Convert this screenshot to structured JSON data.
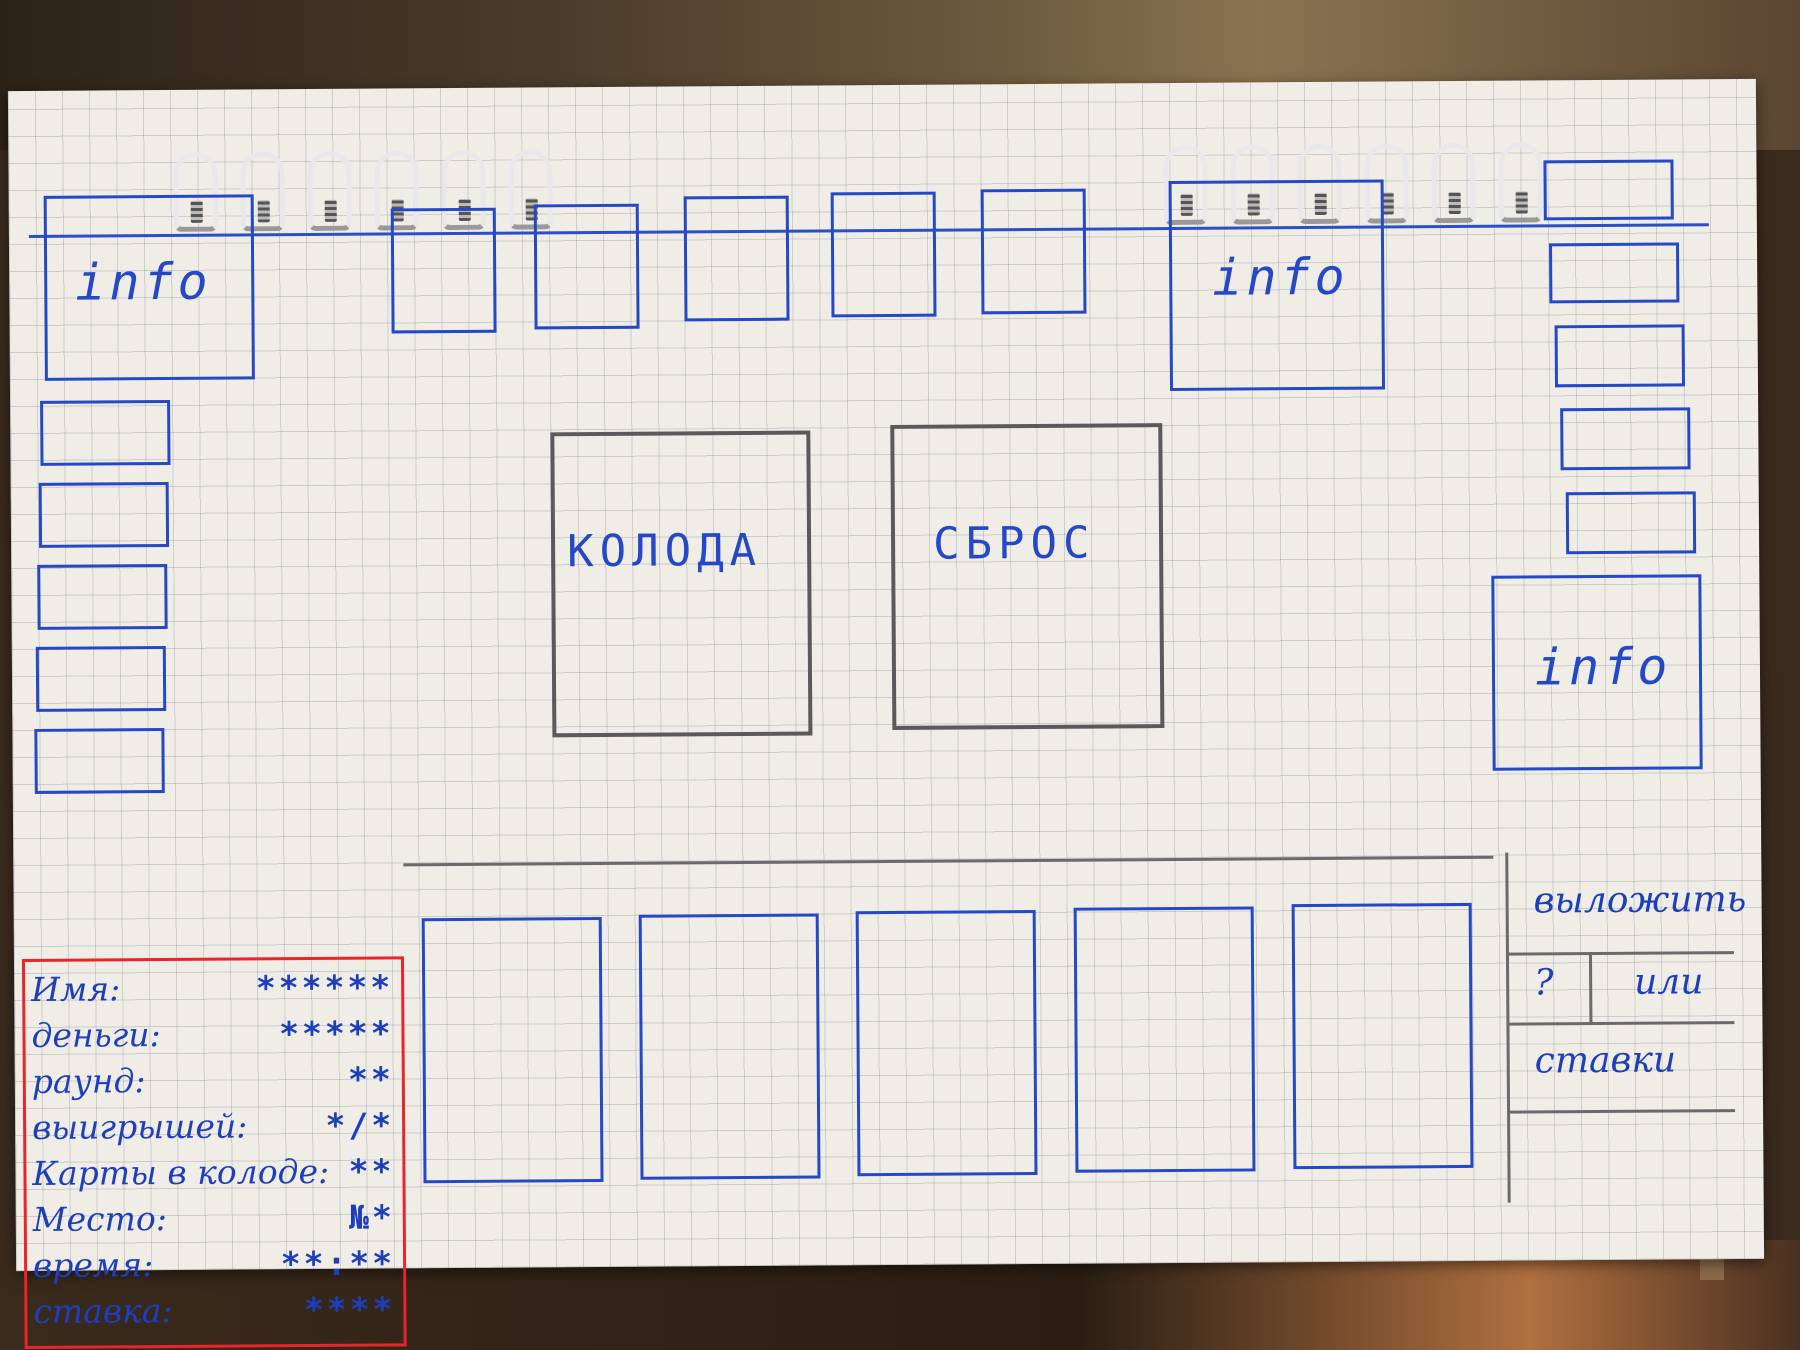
{
  "top_info": "info",
  "right_info": "info",
  "side_info": "info",
  "deck_label": "КОЛОДА",
  "discard_label": "СБРОС",
  "stats": [
    {
      "label": "Имя:",
      "value": "******"
    },
    {
      "label": "деньги:",
      "value": "*****"
    },
    {
      "label": "раунд:",
      "value": "**"
    },
    {
      "label": "выигрышей:",
      "value": "*/*"
    },
    {
      "label": "Карты в колоде:",
      "value": "**"
    },
    {
      "label": "Место:",
      "value": "№*"
    },
    {
      "label": "время:",
      "value": "**:**"
    },
    {
      "label": "ставка:",
      "value": "****"
    }
  ],
  "actions": {
    "top": "выложить",
    "help": "?",
    "middle": "или",
    "bottom": "ставки"
  },
  "colors": {
    "ink": "#2548c8",
    "pencil": "#5a5a5a",
    "highlight": "#e8242c",
    "paper": "#efede6"
  }
}
